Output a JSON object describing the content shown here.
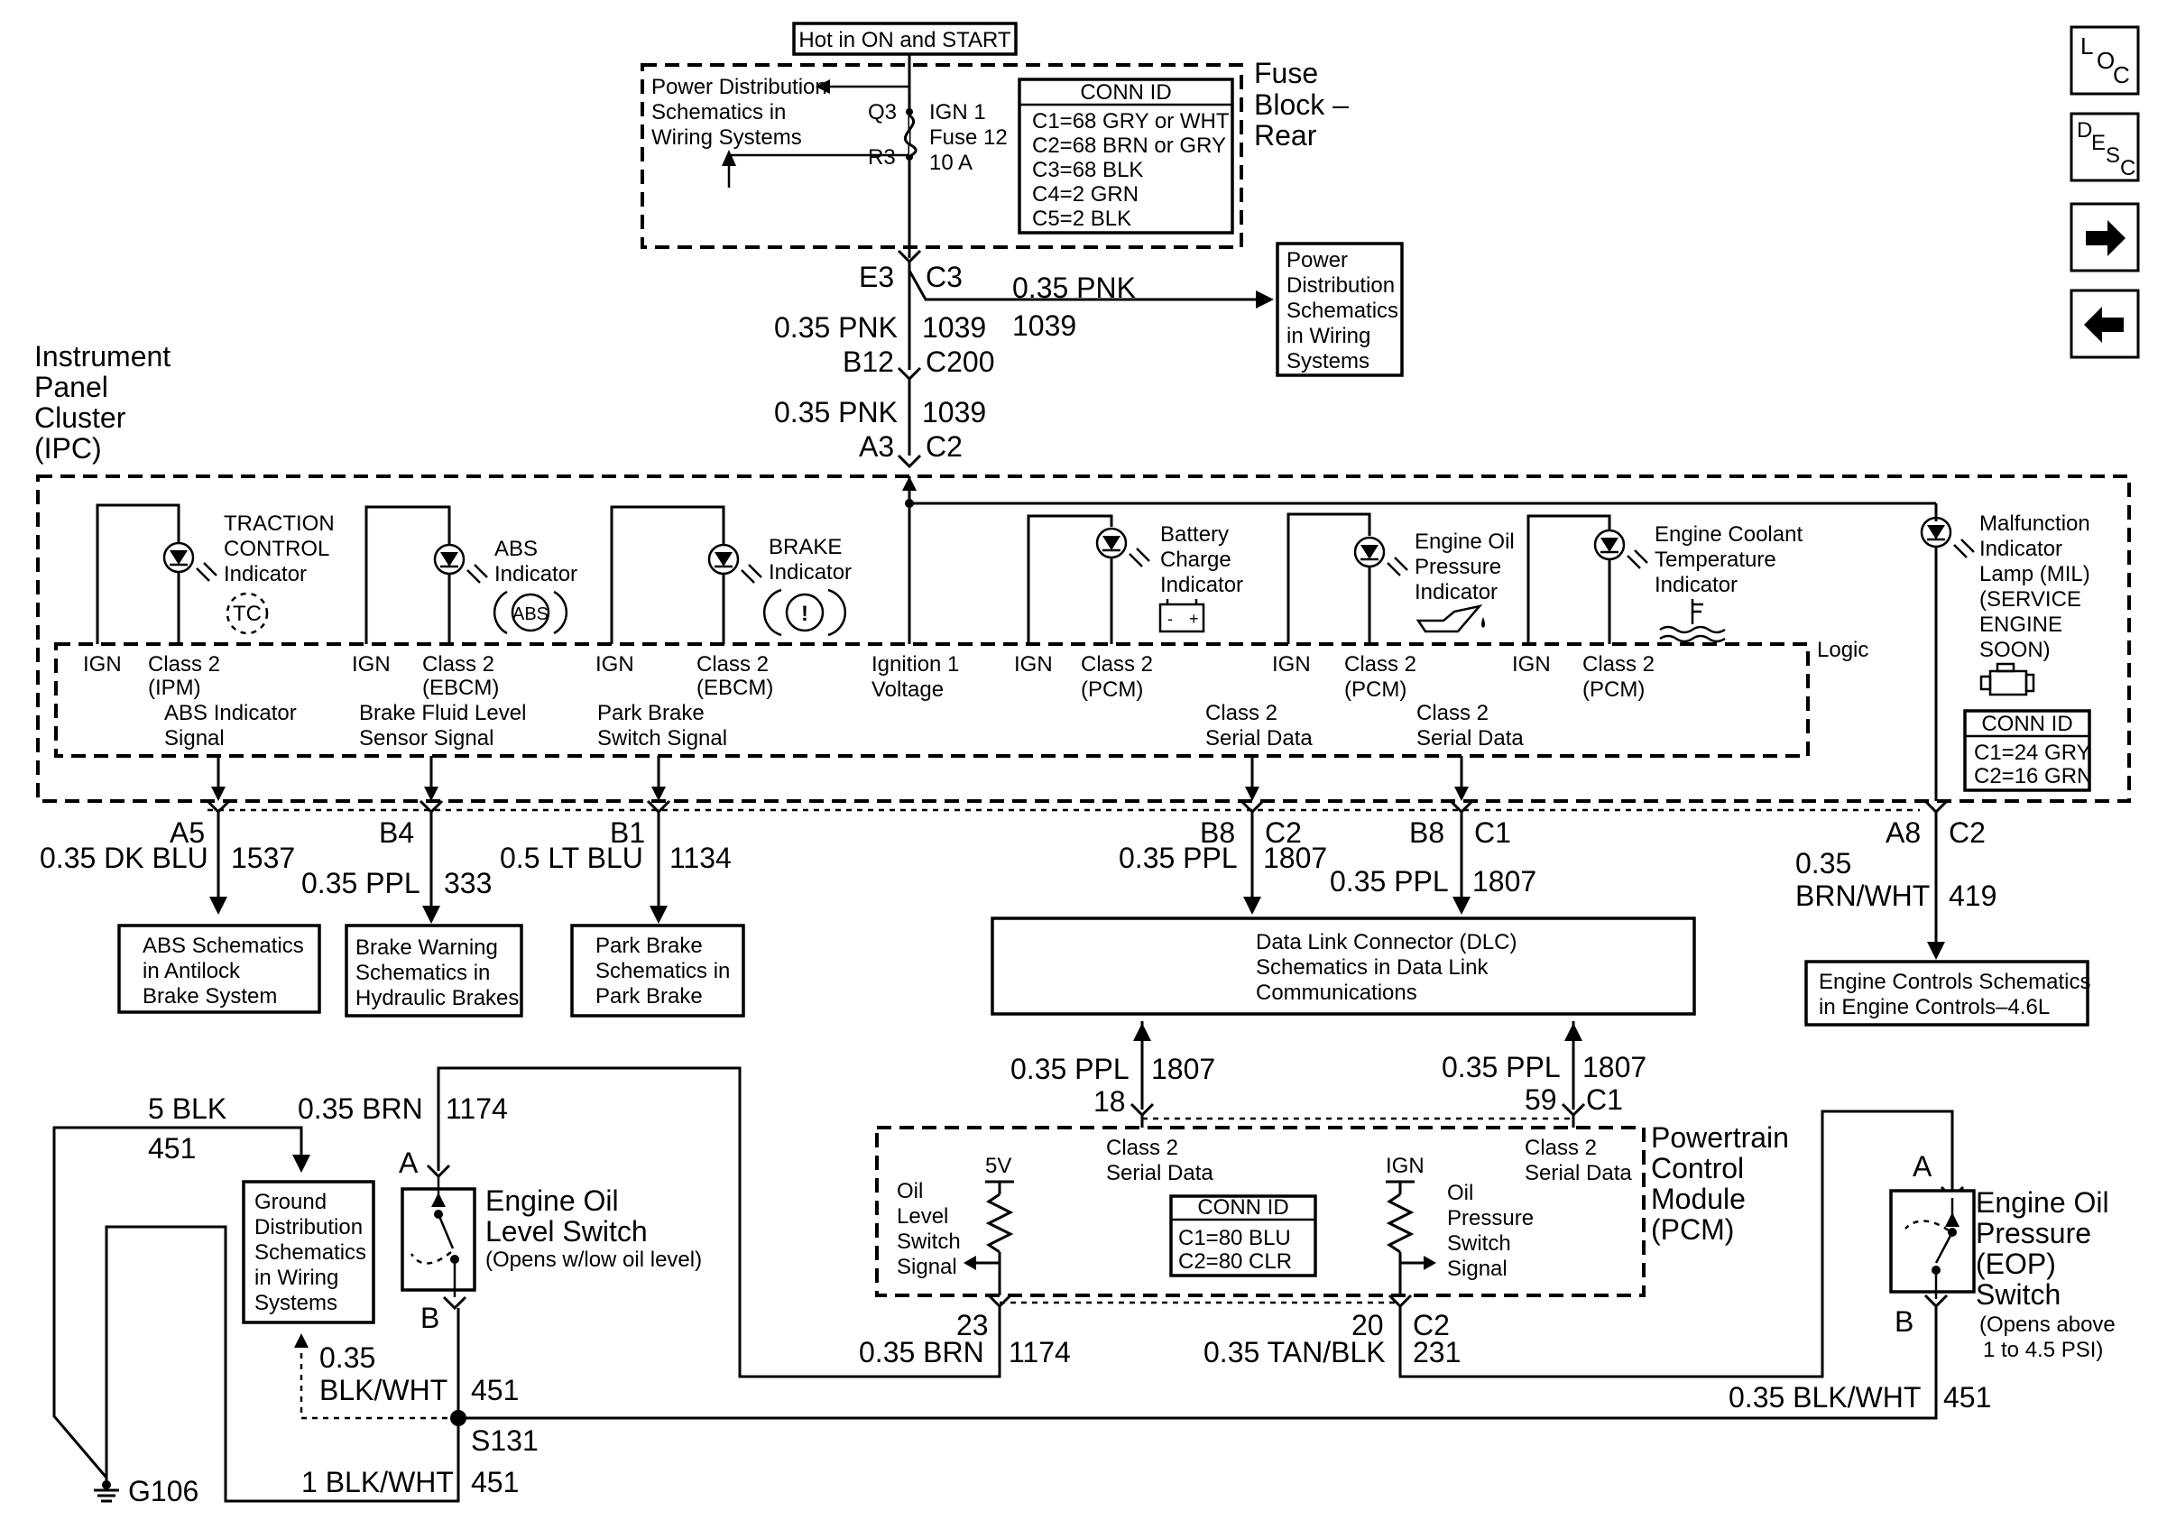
{
  "power": {
    "hot_label": "Hot in ON and START",
    "pd_schem_lines": [
      "Power Distribution",
      "Schematics in",
      "Wiring Systems"
    ],
    "q3": "Q3",
    "r3": "R3",
    "fuse_lines": [
      "IGN 1",
      "Fuse 12",
      "10 A"
    ],
    "conn_id_title": "CONN ID",
    "conn_ids": [
      "C1=68 GRY or WHT",
      "C2=68 BRN or GRY",
      "C3=68 BLK",
      "C4=2 GRN",
      "C5=2 BLK"
    ],
    "block_name_lines": [
      "Fuse",
      "Block –",
      "Rear"
    ],
    "e3": "E3",
    "c3": "C3",
    "branch_wire": "0.35 PNK",
    "branch_circuit": "1039",
    "pd_box_lines": [
      "Power",
      "Distribution",
      "Schematics",
      "in Wiring",
      "Systems"
    ],
    "wire1": "0.35 PNK",
    "circuit1": "1039",
    "b12": "B12",
    "c200": "C200",
    "wire2": "0.35 PNK",
    "circuit2": "1039",
    "a3": "A3",
    "c2": "C2"
  },
  "ipc": {
    "name_lines": [
      "Instrument",
      "Panel",
      "Cluster",
      "(IPC)"
    ],
    "logic": "Logic",
    "indicators": [
      {
        "name_lines": [
          "TRACTION",
          "CONTROL",
          "Indicator"
        ],
        "symbol": "TC",
        "ign": "IGN",
        "class_lines": [
          "Class 2",
          "(IPM)"
        ],
        "signal_lines": [
          "ABS Indicator",
          "Signal"
        ]
      },
      {
        "name_lines": [
          "ABS",
          "Indicator"
        ],
        "symbol": "ABS",
        "ign": "IGN",
        "class_lines": [
          "Class 2",
          "(EBCM)"
        ],
        "signal_lines": [
          "Brake Fluid Level",
          "Sensor Signal"
        ]
      },
      {
        "name_lines": [
          "BRAKE",
          "Indicator"
        ],
        "symbol": "(!)",
        "ign": "IGN",
        "class_lines": [
          "Class 2",
          "(EBCM)"
        ],
        "signal_lines": [
          "Park Brake",
          "Switch Signal"
        ]
      },
      {
        "name_lines": [
          "Battery",
          "Charge",
          "Indicator"
        ],
        "symbol": "battery-icon",
        "ign": "IGN",
        "class_lines": [
          "Class 2",
          "(PCM)"
        ]
      },
      {
        "name_lines": [
          "Engine Oil",
          "Pressure",
          "Indicator"
        ],
        "symbol": "oil-can-icon",
        "ign": "IGN",
        "class_lines": [
          "Class 2",
          "(PCM)"
        ]
      },
      {
        "name_lines": [
          "Engine Coolant",
          "Temperature",
          "Indicator"
        ],
        "symbol": "coolant-icon",
        "ign": "IGN",
        "class_lines": [
          "Class 2",
          "(PCM)"
        ]
      }
    ],
    "ignition_lines": [
      "Ignition 1",
      "Voltage"
    ],
    "serial1_lines": [
      "Class 2",
      "Serial Data"
    ],
    "serial2_lines": [
      "Class 2",
      "Serial Data"
    ],
    "mil_lines": [
      "Malfunction",
      "Indicator",
      "Lamp (MIL)",
      "(SERVICE",
      "ENGINE",
      "SOON)"
    ],
    "mil_conn_title": "CONN ID",
    "mil_conn_ids": [
      "C1=24 GRY",
      "C2=16 GRN"
    ]
  },
  "outputs": {
    "a5": "A5",
    "a5_wire": "0.35 DK BLU",
    "a5_circuit": "1537",
    "b4": "B4",
    "b4_wire": "0.35 PPL",
    "b4_circuit": "333",
    "b1": "B1",
    "b1_wire": "0.5 LT BLU",
    "b1_circuit": "1134",
    "b8_left": "B8",
    "c2_left": "C2",
    "dlc_wire_left": "0.35 PPL",
    "dlc_circuit_left": "1807",
    "b8_right": "B8",
    "c1_right": "C1",
    "dlc_wire_right": "0.35 PPL",
    "dlc_circuit_right": "1807",
    "a8": "A8",
    "a8_c2": "C2",
    "a8_wire_lines": [
      "0.35",
      "BRN/WHT"
    ],
    "a8_circuit": "419",
    "abs_box_lines": [
      "ABS Schematics",
      "in Antilock",
      "Brake System"
    ],
    "brake_box_lines": [
      "Brake Warning",
      "Schematics in",
      "Hydraulic Brakes"
    ],
    "park_box_lines": [
      "Park Brake",
      "Schematics in",
      "Park Brake"
    ],
    "dlc_box_lines": [
      "Data Link Connector (DLC)",
      "Schematics in Data Link",
      "Communications"
    ],
    "engine_box_lines": [
      "Engine Controls Schematics",
      "in Engine Controls–4.6L"
    ]
  },
  "pcm": {
    "left_wire": "0.35 PPL",
    "left_circuit": "1807",
    "left_pin": "18",
    "right_wire": "0.35 PPL",
    "right_circuit": "1807",
    "right_pin": "59",
    "right_conn": "C1",
    "name_lines": [
      "Powertrain",
      "Control",
      "Module",
      "(PCM)"
    ],
    "serial_left_lines": [
      "Class 2",
      "Serial Data"
    ],
    "serial_right_lines": [
      "Class 2",
      "Serial Data"
    ],
    "five_v": "5V",
    "ign": "IGN",
    "oil_level_lines": [
      "Oil",
      "Level",
      "Switch",
      "Signal"
    ],
    "oil_pressure_lines": [
      "Oil",
      "Pressure",
      "Switch",
      "Signal"
    ],
    "conn_title": "CONN ID",
    "conn_ids": [
      "C1=80 BLU",
      "C2=80 CLR"
    ],
    "pin23": "23",
    "pin23_wire": "0.35 BRN",
    "pin23_circuit": "1174",
    "pin20": "20",
    "pin20_conn": "C2",
    "pin20_wire": "0.35 TAN/BLK",
    "pin20_circuit": "231"
  },
  "grounds": {
    "blk5_wire": "5 BLK",
    "blk5_circuit": "451",
    "brn_wire": "0.35 BRN",
    "brn_circuit": "1174",
    "gnd_box_lines": [
      "Ground",
      "Distribution",
      "Schematics",
      "in Wiring",
      "Systems"
    ],
    "eols_a": "A",
    "eols_b": "B",
    "eols_name_lines": [
      "Engine Oil",
      "Level Switch"
    ],
    "eols_note": "(Opens w/low oil level)",
    "blkwht_lines": [
      "0.35",
      "BLK/WHT"
    ],
    "blkwht_circuit": "451",
    "s131": "S131",
    "bottom_wire": "1 BLK/WHT",
    "bottom_circuit": "451",
    "g106": "G106",
    "eop_a": "A",
    "eop_b": "B",
    "eop_name_lines": [
      "Engine Oil",
      "Pressure",
      "(EOP)",
      "Switch"
    ],
    "eop_note_lines": [
      "(Opens above",
      "1 to 4.5 PSI)"
    ],
    "eop_wire": "0.35 BLK/WHT",
    "eop_circuit": "451"
  },
  "nav": {
    "loc_letters": [
      "L",
      "O",
      "C"
    ],
    "desc_letters": [
      "D",
      "E",
      "S",
      "C"
    ]
  }
}
